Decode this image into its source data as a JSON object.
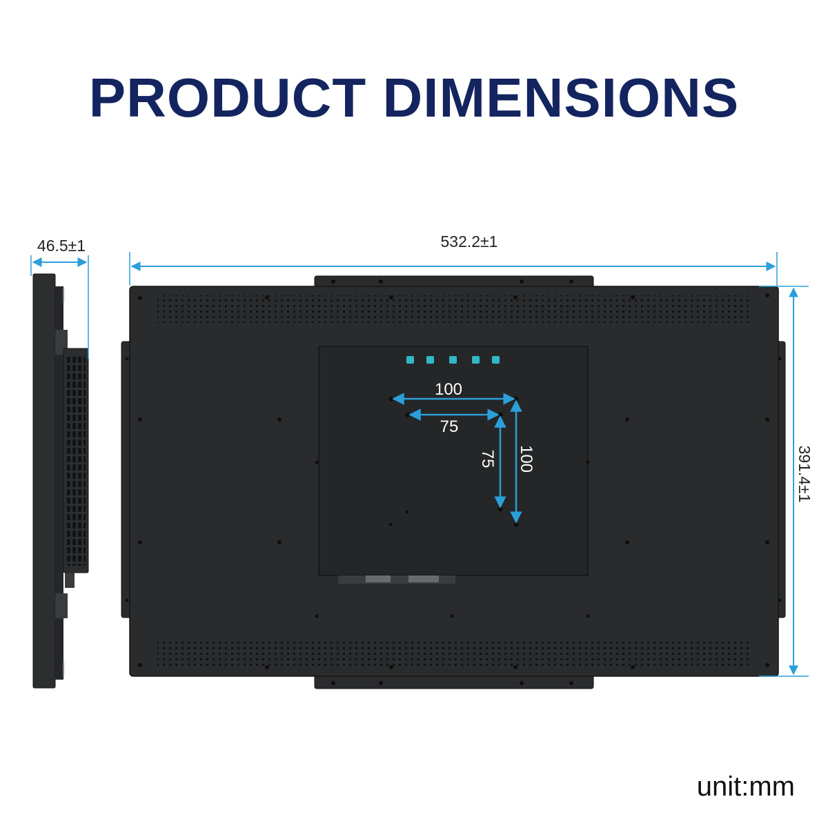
{
  "header": {
    "title": "PRODUCT DIMENSIONS"
  },
  "dimensions": {
    "depth": "46.5±1",
    "width": "532.2±1",
    "height": "391.4±1",
    "vesa_large_h": "100",
    "vesa_small_h": "75",
    "vesa_small_v": "75",
    "vesa_large_v": "100"
  },
  "footer": {
    "unit": "unit:mm"
  },
  "colors": {
    "title": "#14245f",
    "dimension_line": "#2b9fd8",
    "panel": "#2a2b2d",
    "panel_dark": "#1c1d1f",
    "button": "#2fb9c9"
  }
}
